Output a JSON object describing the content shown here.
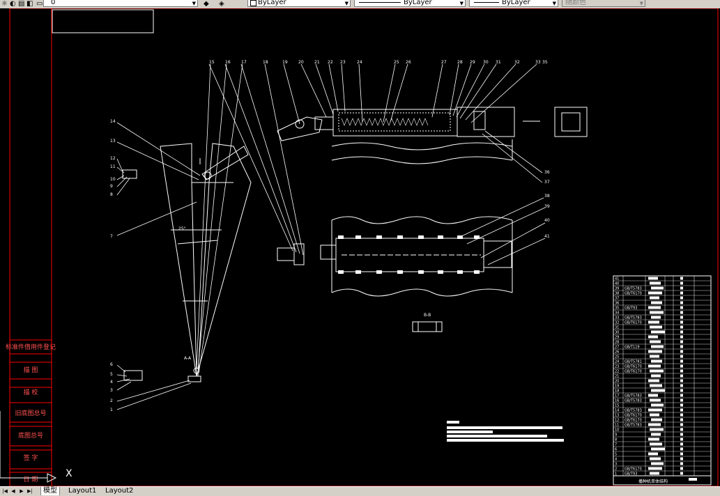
{
  "toolbar": {
    "layer_value": "0",
    "color_value": "ByLayer",
    "linetype_value": "ByLayer",
    "lineweight_value": "ByLayer",
    "plotstyle_value": "随颜色"
  },
  "drawing": {
    "part_numbers_top": [
      "15",
      "16",
      "17",
      "18",
      "19",
      "20",
      "21",
      "22",
      "23",
      "24",
      "25",
      "26",
      "27",
      "28",
      "29",
      "30",
      "31",
      "32",
      "33",
      "35"
    ],
    "part_numbers_left": [
      "14",
      "13",
      "12",
      "11",
      "10",
      "9",
      "8",
      "7",
      "6",
      "5",
      "4",
      "3",
      "2",
      "1"
    ],
    "part_numbers_right": [
      "36",
      "37",
      "38",
      "39",
      "40",
      "41"
    ],
    "view_label": "A-A",
    "view_label_2": "B-B",
    "dim_label": "25°",
    "title_block_name": "播种机单体结构",
    "title_block_left": [
      "标准件借用件登记",
      "描 图",
      "描 校",
      "旧底图总号",
      "底图总号",
      "签 字",
      "日 期"
    ],
    "bom_rows": [
      [
        "41",
        "",
        "",
        "",
        "",
        ""
      ],
      [
        "40",
        "",
        "",
        "",
        "",
        ""
      ],
      [
        "39",
        "GB/T5783",
        "",
        "",
        "",
        ""
      ],
      [
        "38",
        "GB/T6170",
        "",
        "",
        "",
        ""
      ],
      [
        "37",
        "",
        "",
        "",
        "",
        ""
      ],
      [
        "36",
        "",
        "",
        "",
        "",
        ""
      ],
      [
        "35",
        "GB/T93",
        "",
        "",
        "",
        ""
      ],
      [
        "34",
        "",
        "",
        "",
        "",
        ""
      ],
      [
        "33",
        "GB/T5783",
        "",
        "",
        "",
        ""
      ],
      [
        "32",
        "GB/T6170",
        "",
        "",
        "",
        ""
      ],
      [
        "31",
        "",
        "",
        "",
        "",
        ""
      ],
      [
        "30",
        "",
        "",
        "",
        "",
        ""
      ],
      [
        "29",
        "",
        "",
        "",
        "",
        ""
      ],
      [
        "28",
        "",
        "",
        "",
        "",
        ""
      ],
      [
        "27",
        "GB/T119",
        "",
        "",
        "",
        ""
      ],
      [
        "26",
        "",
        "",
        "",
        "",
        ""
      ],
      [
        "25",
        "",
        "",
        "",
        "",
        ""
      ],
      [
        "24",
        "GB/T5781",
        "",
        "",
        "",
        ""
      ],
      [
        "23",
        "GB/T6170",
        "",
        "",
        "",
        ""
      ],
      [
        "22",
        "GB/T6170",
        "",
        "",
        "",
        ""
      ],
      [
        "21",
        "",
        "",
        "",
        "",
        ""
      ],
      [
        "20",
        "",
        "",
        "",
        "",
        ""
      ],
      [
        "19",
        "",
        "",
        "",
        "",
        ""
      ],
      [
        "18",
        "",
        "",
        "",
        "",
        ""
      ],
      [
        "17",
        "GB/T5783",
        "",
        "",
        "",
        ""
      ],
      [
        "16",
        "GB/T5783",
        "",
        "",
        "",
        ""
      ],
      [
        "15",
        "",
        "",
        "",
        "",
        ""
      ],
      [
        "14",
        "GB/T5783",
        "",
        "",
        "",
        ""
      ],
      [
        "13",
        "GB/T6170",
        "",
        "",
        "",
        ""
      ],
      [
        "12",
        "GB/T6170",
        "",
        "",
        "",
        ""
      ],
      [
        "11",
        "GB/T5783",
        "",
        "",
        "",
        ""
      ],
      [
        "10",
        "",
        "",
        "",
        "",
        ""
      ],
      [
        "9",
        "",
        "",
        "",
        "",
        ""
      ],
      [
        "8",
        "",
        "",
        "",
        "",
        ""
      ],
      [
        "7",
        "",
        "",
        "",
        "",
        ""
      ],
      [
        "6",
        "",
        "",
        "",
        "",
        ""
      ],
      [
        "5",
        "",
        "",
        "",
        "",
        ""
      ],
      [
        "4",
        "",
        "",
        "",
        "",
        ""
      ],
      [
        "3",
        "",
        "",
        "",
        "",
        ""
      ],
      [
        "2",
        "GB/T6170",
        "",
        "",
        "",
        ""
      ],
      [
        "1",
        "GB/T93",
        "",
        "",
        "",
        ""
      ]
    ]
  },
  "tabs": [
    "模型",
    "Layout1",
    "Layout2"
  ],
  "ucs_axis": "X"
}
